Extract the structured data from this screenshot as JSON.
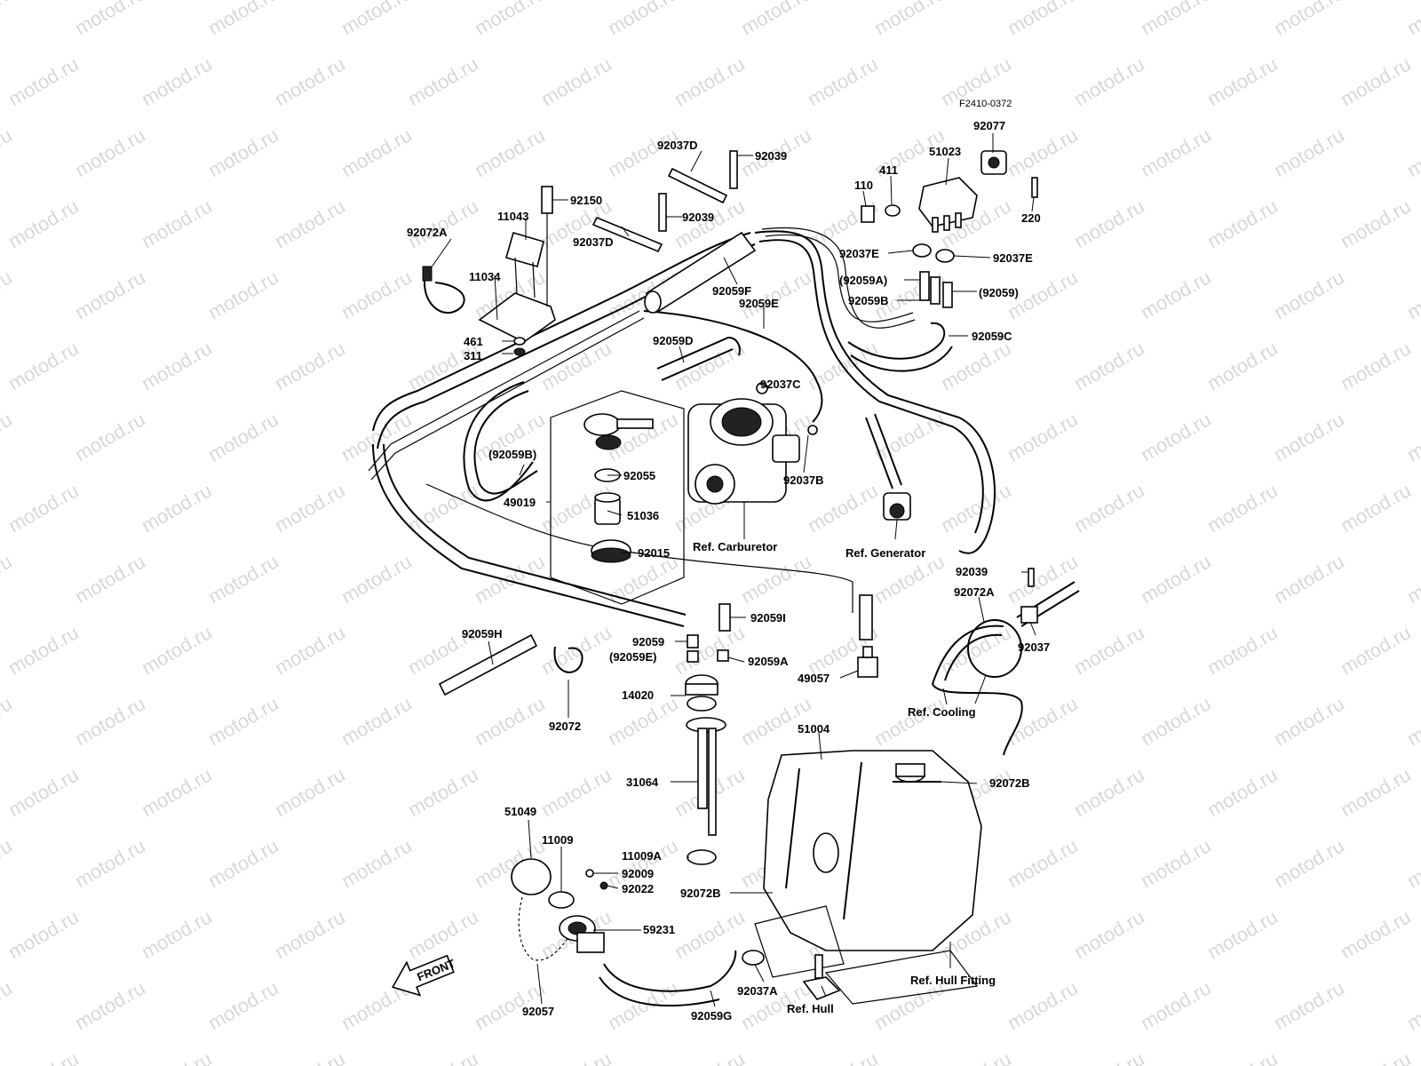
{
  "diagram_code": "F2410-0372",
  "watermark": "motod.ru",
  "front_label": "FRONT",
  "parts": [
    {
      "id": "p92072A_top",
      "label": "92072A"
    },
    {
      "id": "p11043",
      "label": "11043"
    },
    {
      "id": "p92150",
      "label": "92150"
    },
    {
      "id": "p11034",
      "label": "11034"
    },
    {
      "id": "p461",
      "label": "461"
    },
    {
      "id": "p311",
      "label": "311"
    },
    {
      "id": "p92037D_a",
      "label": "92037D"
    },
    {
      "id": "p92039_a",
      "label": "92039"
    },
    {
      "id": "p92039_b",
      "label": "92039"
    },
    {
      "id": "p92037D_b",
      "label": "92037D"
    },
    {
      "id": "p92059F",
      "label": "92059F"
    },
    {
      "id": "p92059E",
      "label": "92059E"
    },
    {
      "id": "p92059D",
      "label": "92059D"
    },
    {
      "id": "p92037C",
      "label": "92037C"
    },
    {
      "id": "p92037B",
      "label": "92037B"
    },
    {
      "id": "p92077",
      "label": "92077"
    },
    {
      "id": "p51023",
      "label": "51023"
    },
    {
      "id": "p411",
      "label": "411"
    },
    {
      "id": "p110",
      "label": "110"
    },
    {
      "id": "p220",
      "label": "220"
    },
    {
      "id": "p92037E_a",
      "label": "92037E"
    },
    {
      "id": "p92037E_b",
      "label": "92037E"
    },
    {
      "id": "p92059A_paren",
      "label": "(92059A)"
    },
    {
      "id": "p92059B",
      "label": "92059B"
    },
    {
      "id": "p92059_paren",
      "label": "(92059)"
    },
    {
      "id": "p92059C",
      "label": "92059C"
    },
    {
      "id": "p92059B_paren",
      "label": "(92059B)"
    },
    {
      "id": "p92055",
      "label": "92055"
    },
    {
      "id": "p49019",
      "label": "49019"
    },
    {
      "id": "p51036",
      "label": "51036"
    },
    {
      "id": "p92015",
      "label": "92015"
    },
    {
      "id": "p92039_c",
      "label": "92039"
    },
    {
      "id": "p92072A_b",
      "label": "92072A"
    },
    {
      "id": "p92037",
      "label": "92037"
    },
    {
      "id": "p92059I",
      "label": "92059I"
    },
    {
      "id": "p92059H",
      "label": "92059H"
    },
    {
      "id": "p92059",
      "label": "92059"
    },
    {
      "id": "p92059E_paren",
      "label": "(92059E)"
    },
    {
      "id": "p92059A",
      "label": "92059A"
    },
    {
      "id": "p92072",
      "label": "92072"
    },
    {
      "id": "p49057",
      "label": "49057"
    },
    {
      "id": "p14020",
      "label": "14020"
    },
    {
      "id": "p51004",
      "label": "51004"
    },
    {
      "id": "p92072B_a",
      "label": "92072B"
    },
    {
      "id": "p31064",
      "label": "31064"
    },
    {
      "id": "p51049",
      "label": "51049"
    },
    {
      "id": "p11009",
      "label": "11009"
    },
    {
      "id": "p11009A",
      "label": "11009A"
    },
    {
      "id": "p92009",
      "label": "92009"
    },
    {
      "id": "p92022",
      "label": "92022"
    },
    {
      "id": "p92072B_b",
      "label": "92072B"
    },
    {
      "id": "p59231",
      "label": "59231"
    },
    {
      "id": "p92057",
      "label": "92057"
    },
    {
      "id": "p92037A",
      "label": "92037A"
    },
    {
      "id": "p92059G",
      "label": "92059G"
    }
  ],
  "refs": [
    {
      "id": "ref_carb",
      "label": "Ref. Carburetor"
    },
    {
      "id": "ref_gen",
      "label": "Ref. Generator"
    },
    {
      "id": "ref_cool",
      "label": "Ref. Cooling"
    },
    {
      "id": "ref_hullfit",
      "label": "Ref. Hull Fitting"
    },
    {
      "id": "ref_hull",
      "label": "Ref. Hull"
    }
  ]
}
